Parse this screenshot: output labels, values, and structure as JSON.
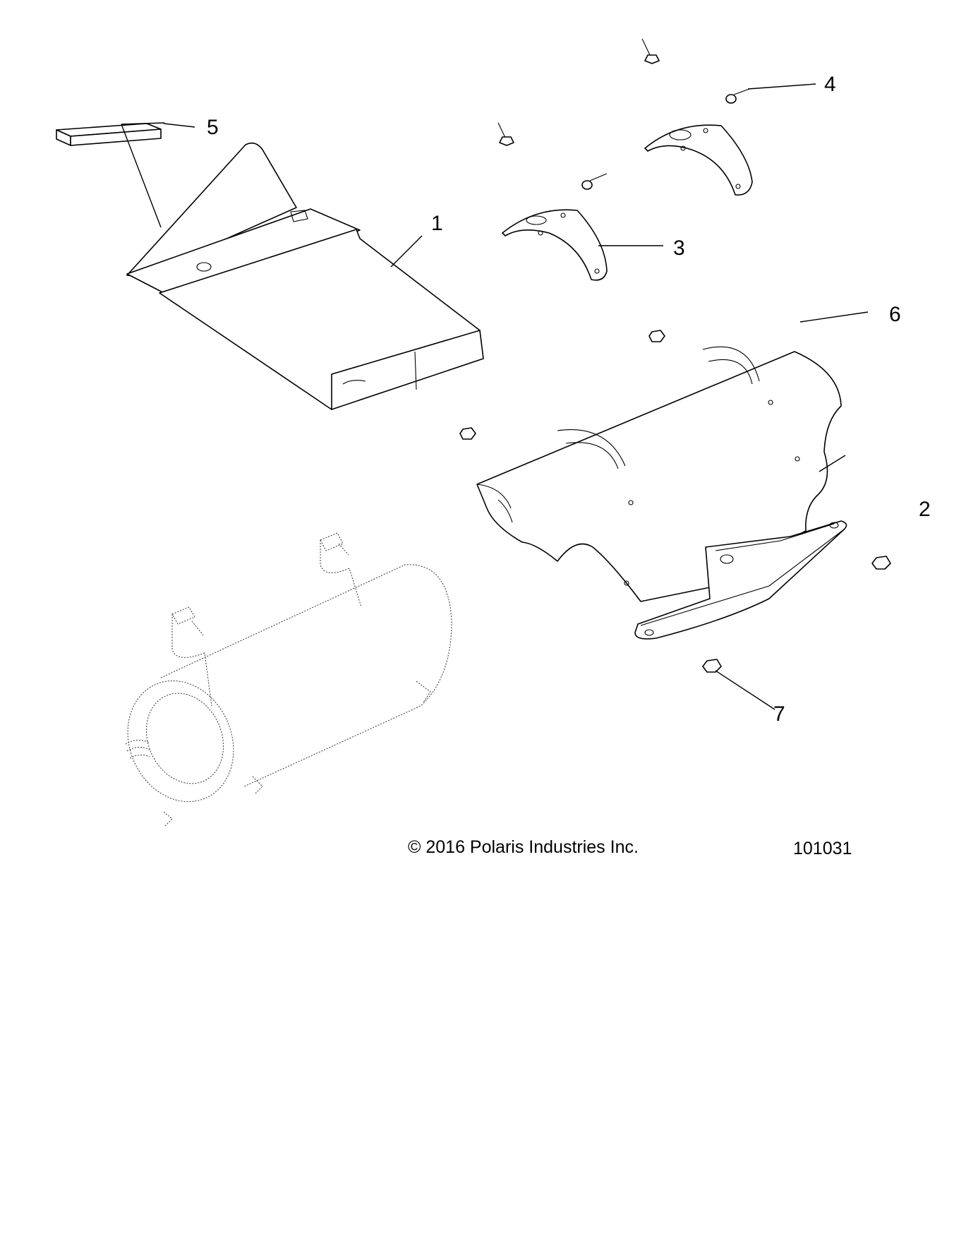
{
  "diagram": {
    "callouts": [
      {
        "id": "1",
        "label": "1"
      },
      {
        "id": "2",
        "label": "2"
      },
      {
        "id": "3",
        "label": "3"
      },
      {
        "id": "4",
        "label": "4"
      },
      {
        "id": "5",
        "label": "5"
      },
      {
        "id": "6",
        "label": "6"
      },
      {
        "id": "7",
        "label": "7"
      }
    ]
  },
  "footer": {
    "copyright": "© 2016 Polaris Industries Inc.",
    "drawing_number": "101031"
  }
}
